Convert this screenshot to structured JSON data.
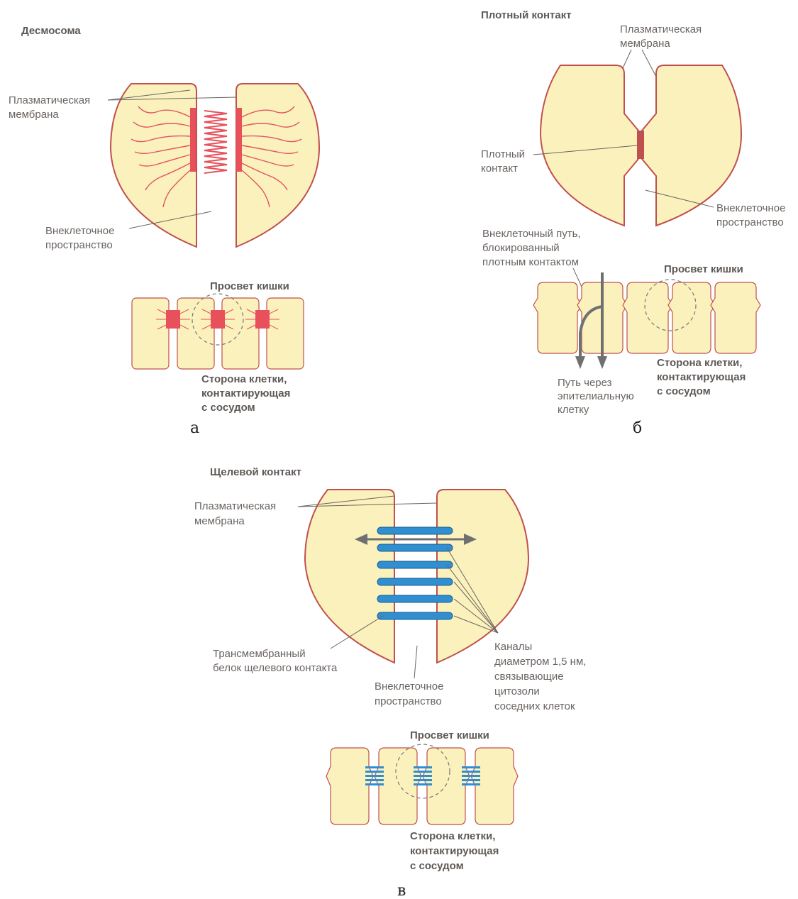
{
  "colors": {
    "cell_fill": "#fbf1bd",
    "membrane": "#c0504d",
    "desmosome": "#e8505b",
    "gap_channel": "#2f8fd0",
    "arrow": "#6f6f6f"
  },
  "panel_a": {
    "title": "Десмосома",
    "membrane_label": [
      "Плазматическая",
      "мембрана"
    ],
    "extracellular_label": [
      "Внеклеточное",
      "пространство"
    ],
    "lumen_label": "Просвет кишки",
    "vessel_side_label": [
      "Сторона клетки,",
      "контактирующая",
      "с сосудом"
    ],
    "letter": "а"
  },
  "panel_b": {
    "title": "Плотный контакт",
    "membrane_label": [
      "Плазматическая",
      "мембрана"
    ],
    "tight_label": [
      "Плотный",
      "контакт"
    ],
    "extracellular_label": [
      "Внеклеточное",
      "пространство"
    ],
    "blocked_path_label": [
      "Внеклеточный путь,",
      "блокированный",
      "плотным контактом"
    ],
    "lumen_label": "Просвет кишки",
    "through_cell_label": [
      "Путь через",
      "эпителиальную",
      "клетку"
    ],
    "vessel_side_label": [
      "Сторона клетки,",
      "контактирующая",
      "с сосудом"
    ],
    "letter": "б"
  },
  "panel_c": {
    "title": "Щелевой контакт",
    "membrane_label": [
      "Плазматическая",
      "мембрана"
    ],
    "protein_label": [
      "Трансмембранный",
      "белок щелевого контакта"
    ],
    "extracellular_label": [
      "Внеклеточное",
      "пространство"
    ],
    "channels_label": [
      "Каналы",
      "диаметром 1,5 нм,",
      "связывающие",
      "цитозоли",
      "соседних клеток"
    ],
    "lumen_label": "Просвет кишки",
    "vessel_side_label": [
      "Сторона клетки,",
      "контактирующая",
      "с сосудом"
    ],
    "letter": "в"
  }
}
